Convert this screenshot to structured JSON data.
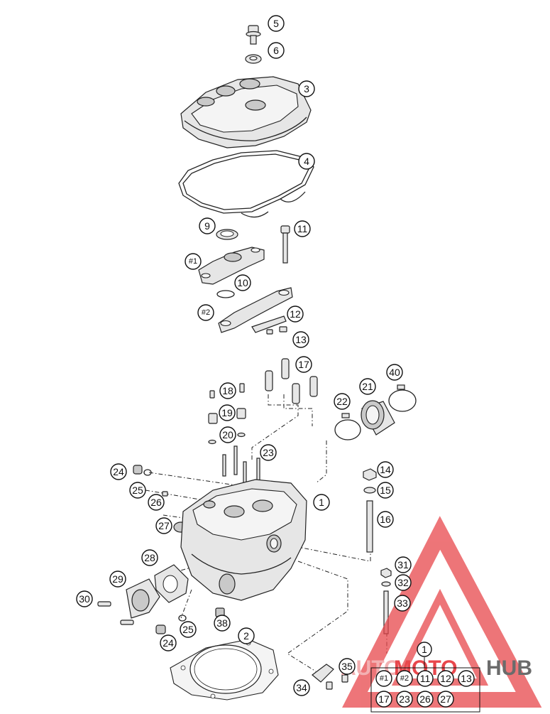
{
  "callouts": [
    {
      "id": "c5",
      "label": "5"
    },
    {
      "id": "c6",
      "label": "6"
    },
    {
      "id": "c3",
      "label": "3"
    },
    {
      "id": "c4",
      "label": "4"
    },
    {
      "id": "c9",
      "label": "9"
    },
    {
      "id": "c11a",
      "label": "11"
    },
    {
      "id": "c1a",
      "label": "#1"
    },
    {
      "id": "c10",
      "label": "10"
    },
    {
      "id": "c2a",
      "label": "#2"
    },
    {
      "id": "c12a",
      "label": "12"
    },
    {
      "id": "c13a",
      "label": "13"
    },
    {
      "id": "c17a",
      "label": "17"
    },
    {
      "id": "c18",
      "label": "18"
    },
    {
      "id": "c40",
      "label": "40"
    },
    {
      "id": "c21",
      "label": "21"
    },
    {
      "id": "c22",
      "label": "22"
    },
    {
      "id": "c19",
      "label": "19"
    },
    {
      "id": "c20",
      "label": "20"
    },
    {
      "id": "c23a",
      "label": "23"
    },
    {
      "id": "c24a",
      "label": "24"
    },
    {
      "id": "c14",
      "label": "14"
    },
    {
      "id": "c25a",
      "label": "25"
    },
    {
      "id": "c15",
      "label": "15"
    },
    {
      "id": "c1",
      "label": "1"
    },
    {
      "id": "c26a",
      "label": "26"
    },
    {
      "id": "c16",
      "label": "16"
    },
    {
      "id": "c27a",
      "label": "27"
    },
    {
      "id": "c28",
      "label": "28"
    },
    {
      "id": "c31",
      "label": "31"
    },
    {
      "id": "c29",
      "label": "29"
    },
    {
      "id": "c32",
      "label": "32"
    },
    {
      "id": "c30",
      "label": "30"
    },
    {
      "id": "c33",
      "label": "33"
    },
    {
      "id": "c25b",
      "label": "25"
    },
    {
      "id": "c38",
      "label": "38"
    },
    {
      "id": "c2",
      "label": "2"
    },
    {
      "id": "c24b",
      "label": "24"
    },
    {
      "id": "c35",
      "label": "35"
    },
    {
      "id": "c34",
      "label": "34"
    },
    {
      "id": "c1kit",
      "label": "1"
    },
    {
      "id": "k1",
      "label": "#1"
    },
    {
      "id": "k2",
      "label": "#2"
    },
    {
      "id": "k11",
      "label": "11"
    },
    {
      "id": "k12",
      "label": "12"
    },
    {
      "id": "k13",
      "label": "13"
    },
    {
      "id": "k17",
      "label": "17"
    },
    {
      "id": "k23",
      "label": "23"
    },
    {
      "id": "k26",
      "label": "26"
    },
    {
      "id": "k27",
      "label": "27"
    }
  ],
  "watermark": {
    "part1": "AUTO",
    "part2": "MOTO",
    "part3": "HUB",
    "color_red": "#e8474c",
    "color_gray": "#6b6b6b",
    "color_light": "#f3b0b2"
  }
}
